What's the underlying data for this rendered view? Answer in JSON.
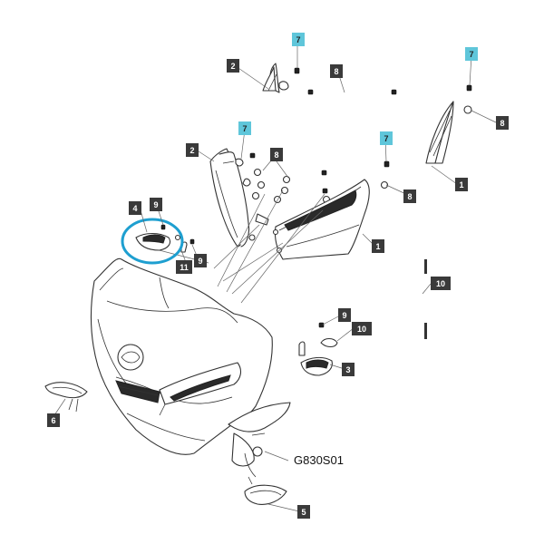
{
  "drawing_code": "G830S01",
  "colors": {
    "callout_dark": "#3a3a3a",
    "callout_highlight": "#5fc6da",
    "highlight_ring": "#1e9fd0"
  },
  "callouts": [
    {
      "id": "c7a",
      "label": "7",
      "style": "highlight"
    },
    {
      "id": "c2a",
      "label": "2",
      "style": "dark"
    },
    {
      "id": "c8a",
      "label": "8",
      "style": "dark"
    },
    {
      "id": "c7b",
      "label": "7",
      "style": "highlight"
    },
    {
      "id": "c8b",
      "label": "8",
      "style": "dark"
    },
    {
      "id": "c1a",
      "label": "1",
      "style": "dark"
    },
    {
      "id": "c7c",
      "label": "7",
      "style": "highlight"
    },
    {
      "id": "c2b",
      "label": "2",
      "style": "dark"
    },
    {
      "id": "c8c",
      "label": "8",
      "style": "dark"
    },
    {
      "id": "c7d",
      "label": "7",
      "style": "highlight"
    },
    {
      "id": "c8d",
      "label": "8",
      "style": "dark"
    },
    {
      "id": "c1b",
      "label": "1",
      "style": "dark"
    },
    {
      "id": "c4",
      "label": "4",
      "style": "dark"
    },
    {
      "id": "c9a",
      "label": "9",
      "style": "dark"
    },
    {
      "id": "c11",
      "label": "11",
      "style": "dark"
    },
    {
      "id": "c9b",
      "label": "9",
      "style": "dark"
    },
    {
      "id": "c10a",
      "label": "10",
      "style": "dark"
    },
    {
      "id": "c9c",
      "label": "9",
      "style": "dark"
    },
    {
      "id": "c10b",
      "label": "10",
      "style": "dark"
    },
    {
      "id": "c3",
      "label": "3",
      "style": "dark"
    },
    {
      "id": "c6",
      "label": "6",
      "style": "dark"
    },
    {
      "id": "c5",
      "label": "5",
      "style": "dark"
    }
  ]
}
